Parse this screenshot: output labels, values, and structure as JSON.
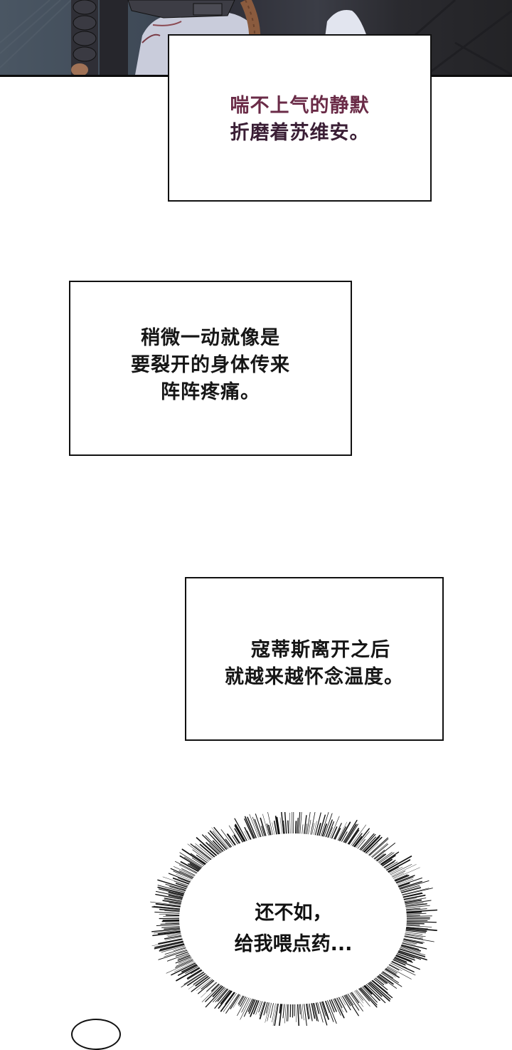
{
  "panel_top": {
    "description": "dark illustrated panel: bound figure with collar and rope"
  },
  "captions": [
    {
      "lines": [
        "喘不上气的静默",
        "折磨着苏维安。"
      ],
      "colors": [
        "#6a2b47",
        "#3a1e35"
      ]
    },
    {
      "lines": [
        "稍微一动就像是",
        "要裂开的身体传来",
        "阵阵疼痛。"
      ]
    },
    {
      "lines": [
        "寇蒂斯离开之后",
        "就越来越怀念温度。"
      ]
    }
  ],
  "thought_burst": {
    "lines": [
      "还不如，",
      "给我喂点药..."
    ]
  },
  "colors": {
    "background": "#ffffff",
    "border": "#111111",
    "text": "#161616"
  }
}
